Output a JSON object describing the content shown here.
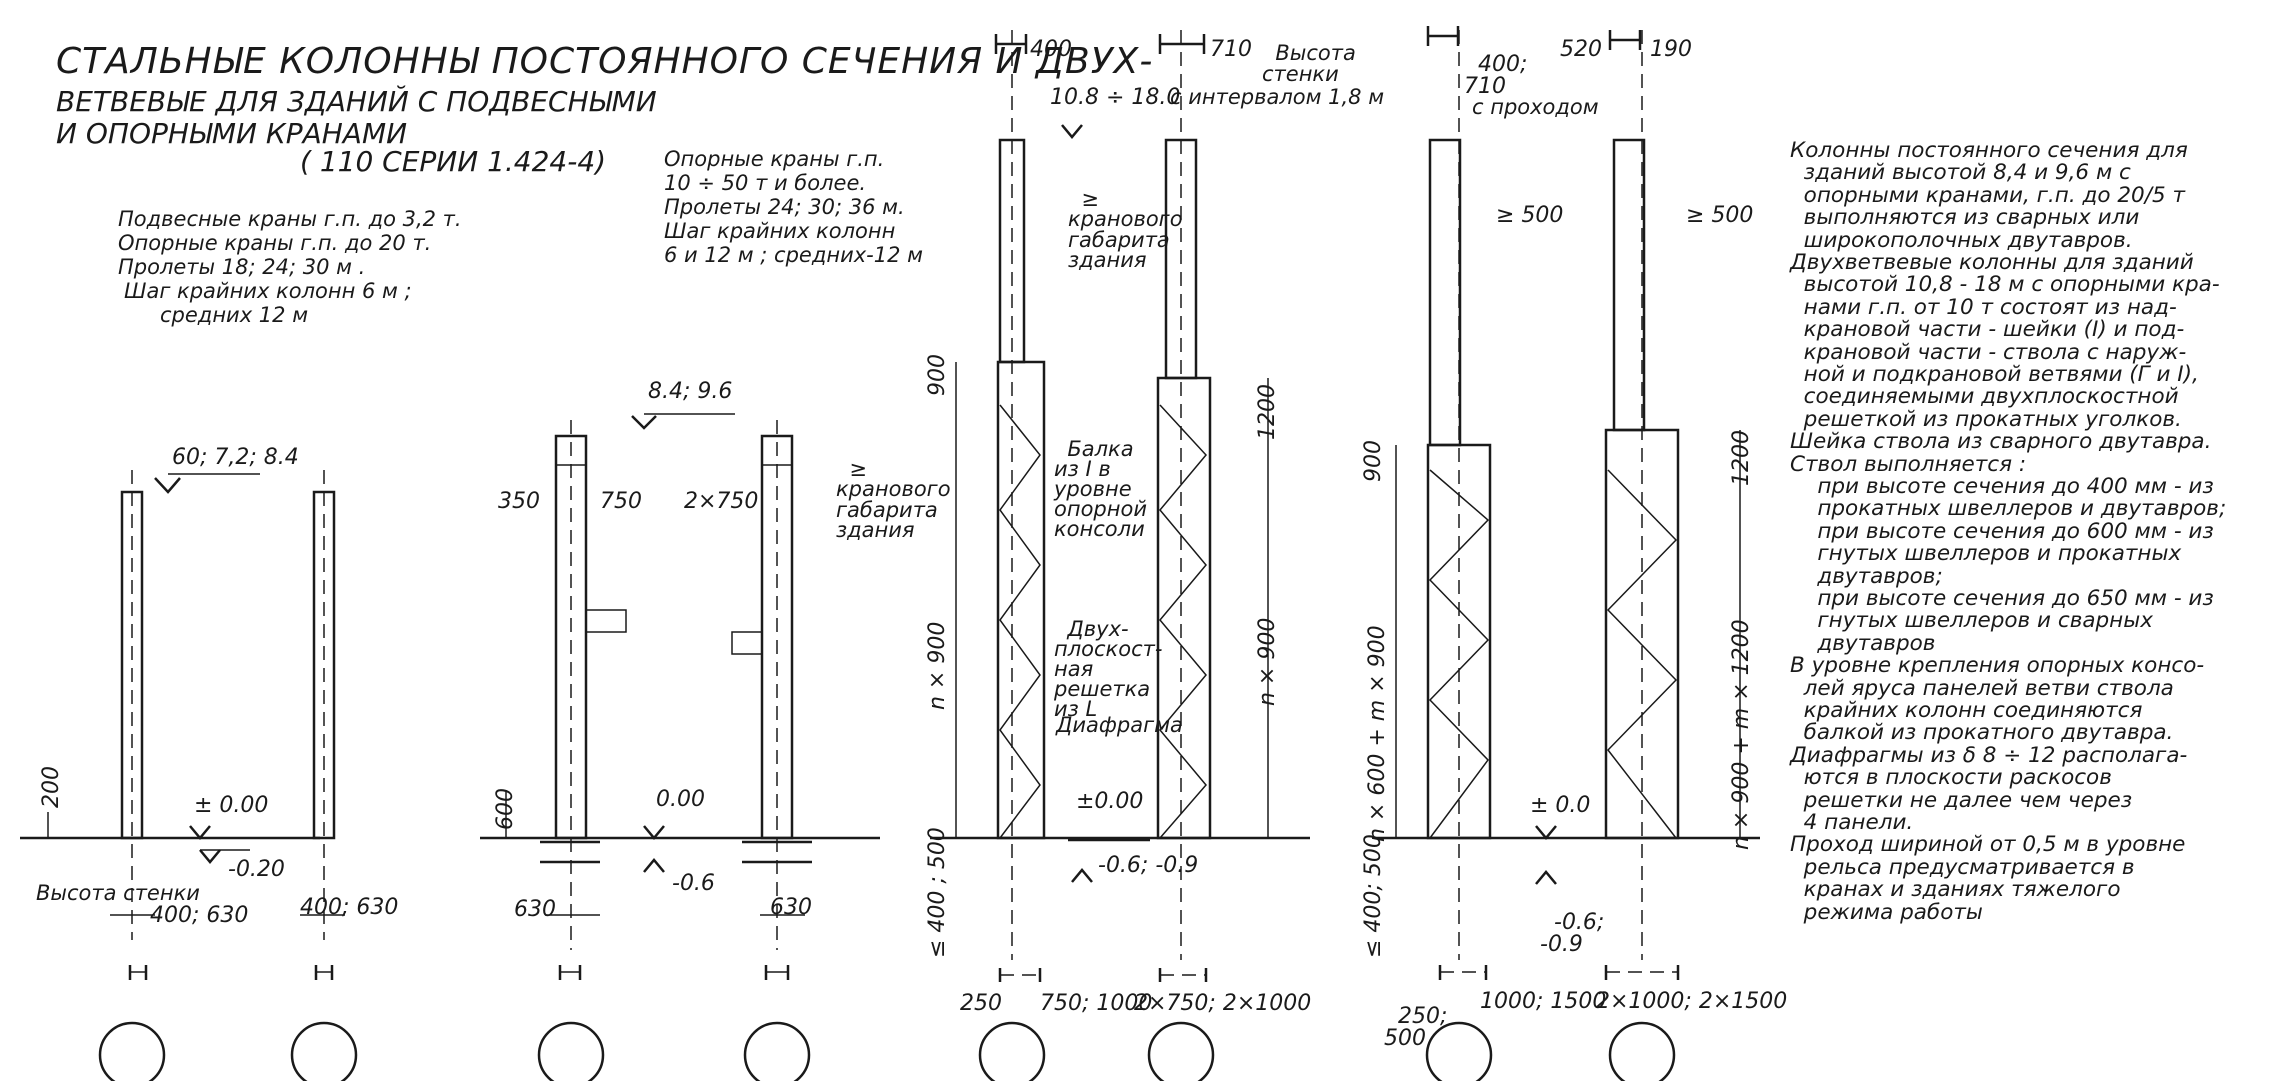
{
  "title": {
    "line1": "СТАЛЬНЫЕ КОЛОННЫ ПОСТОЯННОГО СЕЧЕНИЯ И ДВУХ-",
    "line2": "ВЕТВЕВЫЕ ДЛЯ ЗДАНИЙ С ПОДВЕСНЫМИ",
    "line3": "И ОПОРНЫМИ КРАНАМИ",
    "series": "( 110 СЕРИИ 1.424-4)"
  },
  "notes": {
    "suspended": [
      "Подвесные краны г.п. до 3,2 т.",
      "Опорные краны г.п. до 20 т.",
      "Пролеты 18; 24; 30 м .",
      "Шаг крайних колонн 6 м ;",
      "средних 12 м"
    ],
    "support": [
      "Опорные краны г.п.",
      "10 ÷ 50 т и более.",
      "Пролеты 24; 30; 36 м.",
      "Шаг крайних колонн",
      "6 и 12 м ; средних-12 м"
    ]
  },
  "labels": {
    "h1": "60; 7,2; 8.4",
    "h2": "8.4; 9.6",
    "h3": "10.8 ÷ 18.0",
    "interval": "с интервалом 1,8 м",
    "wall_height": "Высота стенки",
    "wall_height_top": [
      "Высота",
      "стенки"
    ],
    "passage": "с проходом",
    "zero": "± 0.00",
    "zero2": "0.00",
    "zero3": "±0.00",
    "zero4": "± 0.0",
    "m020": "-0.20",
    "m06": "-0.6",
    "m0609": [
      "-0.6;",
      "-0.9"
    ],
    "d200": "200",
    "d600": "600",
    "d900a": "900",
    "d900b": "900",
    "d1200a": "1200",
    "d1200b": "1200",
    "d400_630a": "400; 630",
    "d400_630b": "400; 630",
    "d630a": "630",
    "d630b": "630",
    "d350": "350",
    "d750": "750",
    "d2x750": "2×750",
    "d400t": "400",
    "d710t": "710",
    "d400_710": [
      "400;",
      "710"
    ],
    "d520": "520",
    "d190": "190",
    "d500a": "≥ 500",
    "d500b": "≥ 500",
    "n900": "n × 900",
    "n900b": "n × 900",
    "n600m900": "n × 600 + m × 900",
    "n900m1200": "n × 900 + m × 1200",
    "le400_500a": "≤ 400 ; 500",
    "le400_500b": "≤ 400; 500",
    "crane_gab1": [
      "≥",
      "кранового",
      "габарита",
      "здания"
    ],
    "crane_gab2": [
      "≥",
      "кранового",
      "габарита",
      "здания"
    ],
    "beam": [
      "Балка",
      "из I в",
      "уровне",
      "опорной",
      "консоли"
    ],
    "lattice": [
      "Двух-",
      "плоскост-",
      "ная",
      "решетка",
      "из L"
    ],
    "diaphragm": "Диафрагма",
    "b1": "250",
    "b2": "750; 1000",
    "b3": "2×750; 2×1000",
    "b4": [
      "250;",
      "500"
    ],
    "b5": "1000; 1500",
    "b6": "2×1000; 2×1500"
  },
  "description": [
    "Колонны постоянного сечения для",
    "  зданий высотой 8,4 и 9,6 м с",
    "  опорными кранами, г.п. до 20/5 т",
    "  выполняются из сварных или",
    "  широкополочных двутавров.",
    "Двухветвевые колонны для зданий",
    "  высотой 10,8 - 18 м с опорными кра-",
    "  нами г.п. от 10 т состоят из над-",
    "  крановой части - шейки (I) и под-",
    "  крановой части - ствола с наруж-",
    "  ной и подкрановой ветвями (Г и I),",
    "  соединяемыми двухплоскостной",
    "  решеткой из прокатных уголков.",
    "Шейка ствола из сварного двутавра.",
    "Ствол выполняется :",
    "    при высоте сечения до 400 мм - из",
    "    прокатных швеллеров и двутавров;",
    "    при высоте сечения до 600 мм - из",
    "    гнутых швеллеров и прокатных",
    "    двутавров;",
    "    при высоте сечения до 650 мм - из",
    "    гнутых швеллеров и сварных",
    "    двутавров",
    "В уровне крепления опорных консо-",
    "  лей яруса панелей ветви ствола",
    "  крайних колонн соединяются",
    "  балкой из прокатного двутавра.",
    "Диафрагмы из δ 8 ÷ 12 располага-",
    "  ются в плоскости раскосов",
    "  решетки не далее чем через",
    "  4 панели.",
    "Проход шириной от 0,5 м в уровне",
    "  рельса предусматривается в",
    "  кранах и зданиях тяжелого",
    "  режима работы"
  ]
}
